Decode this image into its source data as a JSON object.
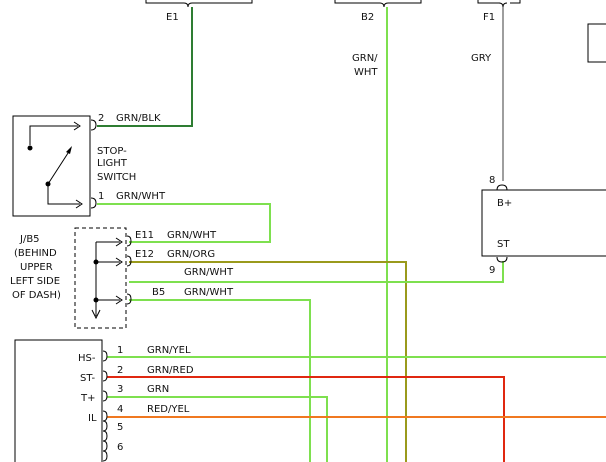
{
  "connectors_top": {
    "e1": "E1",
    "b2": "B2",
    "f1": "F1"
  },
  "top_wires": {
    "grn_wht": [
      "GRN/",
      "WHT"
    ],
    "gry": "GRY"
  },
  "stop_light_switch": {
    "label": [
      "STOP-",
      "LIGHT",
      "SWITCH"
    ],
    "pin_2": "2",
    "pin_1": "1",
    "wire_2": "GRN/BLK",
    "wire_1": "GRN/WHT"
  },
  "junction_block": {
    "label": [
      "J/B5",
      "(BEHIND",
      "UPPER",
      "LEFT SIDE",
      "OF DASH)"
    ],
    "pins": [
      {
        "pin": "E11",
        "wire": "GRN/WHT"
      },
      {
        "pin": "E12",
        "wire": "GRN/ORG"
      },
      {
        "pin": "",
        "wire": "GRN/WHT"
      },
      {
        "pin": "B5",
        "wire": "GRN/WHT"
      }
    ]
  },
  "right_module": {
    "pin_8": "8",
    "pin_9": "9",
    "b_plus": "B+",
    "st": "ST"
  },
  "bottom_connector": {
    "pins": [
      {
        "pin": "1",
        "signal": "HS-",
        "wire": "GRN/YEL"
      },
      {
        "pin": "2",
        "signal": "ST-",
        "wire": "GRN/RED"
      },
      {
        "pin": "3",
        "signal": "T+",
        "wire": "GRN"
      },
      {
        "pin": "4",
        "signal": "IL",
        "wire": "RED/YEL"
      },
      {
        "pin": "5",
        "signal": "",
        "wire": ""
      },
      {
        "pin": "6",
        "signal": "",
        "wire": ""
      }
    ]
  },
  "colors": {
    "dark_green": "#2e7d32",
    "green": "#7ee04f",
    "olive": "#9a9a1c",
    "gray": "#9e9e9e",
    "red": "#e02810",
    "orange": "#f07820"
  }
}
